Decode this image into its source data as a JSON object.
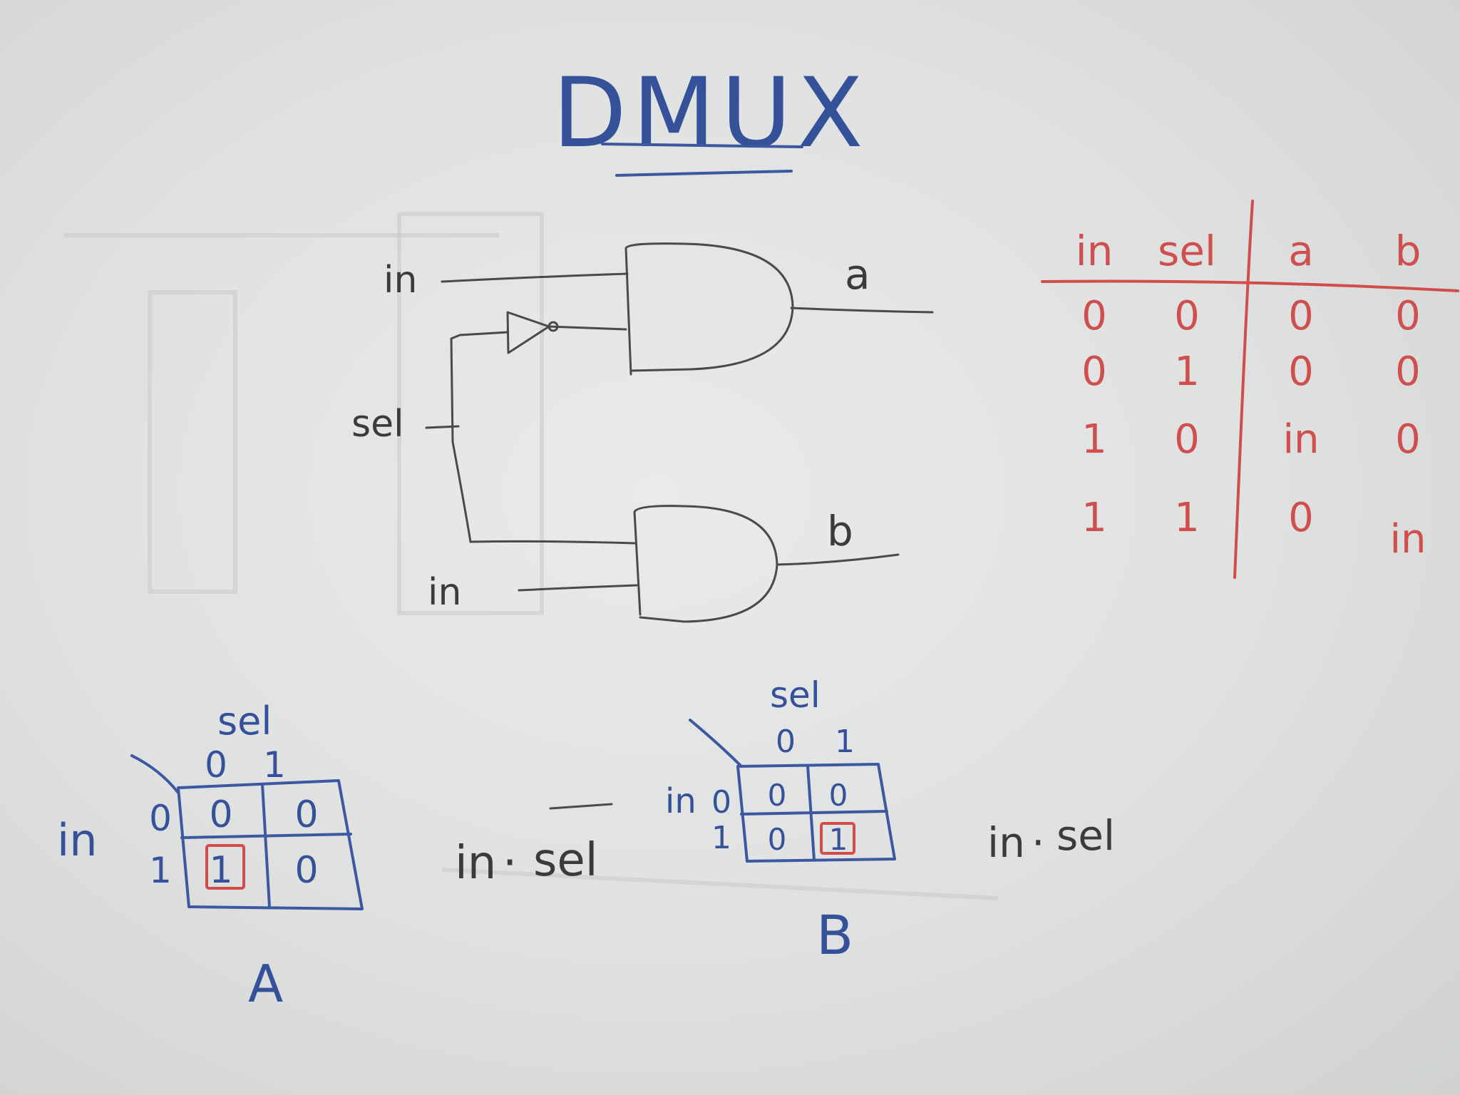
{
  "title": "DMUX",
  "circuit": {
    "in_top": "in",
    "sel": "sel",
    "in_bottom": "in",
    "out_a": "a",
    "out_b": "b"
  },
  "truth_table": {
    "headers": [
      "in",
      "sel",
      "a",
      "b"
    ],
    "rows": [
      [
        "0",
        "0",
        "0",
        "0"
      ],
      [
        "0",
        "1",
        "0",
        "0"
      ],
      [
        "1",
        "0",
        "in",
        "0"
      ],
      [
        "1",
        "1",
        "0",
        "in"
      ]
    ]
  },
  "kmap_a": {
    "col_var": "sel",
    "row_var": "in",
    "col_headers": [
      "0",
      "1"
    ],
    "row_headers": [
      "0",
      "1"
    ],
    "cells": [
      [
        "0",
        "0"
      ],
      [
        "1",
        "0"
      ]
    ],
    "label": "A",
    "expression_left": "in",
    "expression_right": "sel"
  },
  "kmap_b": {
    "col_var": "sel",
    "row_var": "in",
    "col_headers": [
      "0",
      "1"
    ],
    "row_headers": [
      "0",
      "1"
    ],
    "cells": [
      [
        "0",
        "0"
      ],
      [
        "0",
        "1"
      ]
    ],
    "label": "B",
    "expression_left": "in",
    "expression_right": "sel"
  },
  "colors": {
    "board": "#e3e5e4",
    "gray_marker": "#4a4a4a",
    "blue_marker": "#3d58a3",
    "red_marker": "#d24c4c"
  }
}
